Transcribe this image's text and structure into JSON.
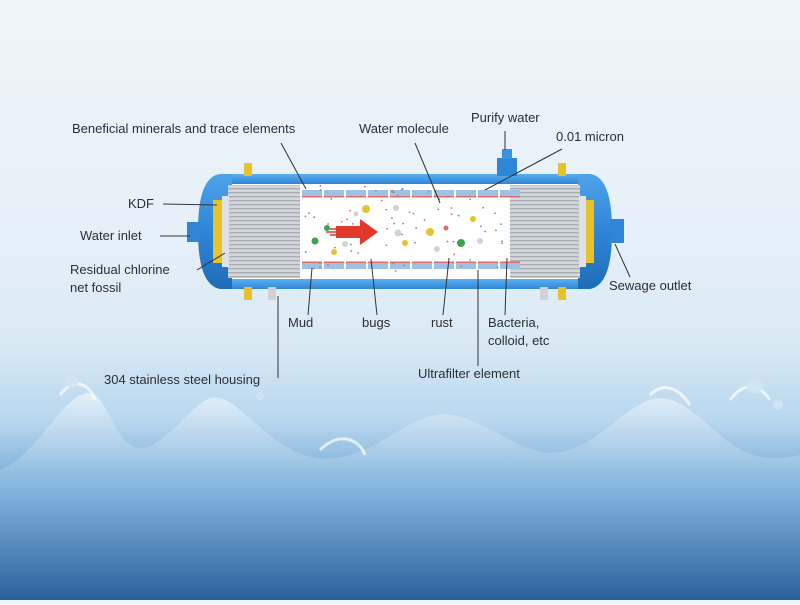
{
  "labels": {
    "beneficial_minerals": "Beneficial minerals and trace elements",
    "water_molecule": "Water molecule",
    "purify_water": "Purify water",
    "micron": "0.01 micron",
    "kdf": "KDF",
    "water_inlet": "Water inlet",
    "residual_chlorine_line1": "Residual chlorine",
    "residual_chlorine_line2": "net fossil",
    "sewage_outlet": "Sewage outlet",
    "mud": "Mud",
    "bugs": "bugs",
    "rust": "rust",
    "bacteria_line1": "Bacteria,",
    "bacteria_line2": "colloid, etc",
    "housing": "304 stainless steel housing",
    "ultrafilter": "Ultrafilter element"
  },
  "colors": {
    "housing_blue": "#3a8fdc",
    "end_cap_dark": "#2a6fb8",
    "flow_arrow": "#e0392b",
    "kdf_yellow": "#e8c22a",
    "membrane_blue": "#9cc2e6",
    "membrane_red": "#e46a6a",
    "filter_gray": "#c9cdd1",
    "leader_line": "#333333"
  }
}
